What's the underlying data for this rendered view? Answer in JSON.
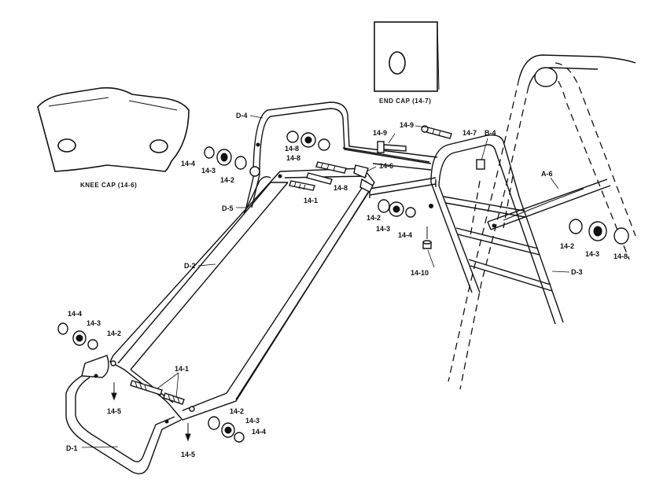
{
  "captions": {
    "end_cap": "END CAP (14-7)",
    "knee_cap": "KNEE CAP (14-6)"
  },
  "labels": {
    "d4": "D-4",
    "d5": "D-5",
    "d2": "D-2",
    "d1": "D-1",
    "d3": "D-3",
    "b4": "B-4",
    "a6": "A-6",
    "p14_9a": "14-9",
    "p14_9b": "14-9",
    "p14_8a": "14-8",
    "p14_8b": "14-8",
    "p14_8c": "14-8",
    "p14_8d": "14-8",
    "p14_7": "14-7",
    "p14_6": "14-6",
    "p14_4a": "14-4",
    "p14_3a": "14-3",
    "p14_2a": "14-2",
    "p14_1a": "14-1",
    "p14_2b": "14-2",
    "p14_3b": "14-3",
    "p14_4b": "14-4",
    "p14_10": "14-10",
    "p14_2c": "14-2",
    "p14_3c": "14-3",
    "p14_4c": "14-4",
    "p14_3d": "14-3",
    "p14_2d": "14-2",
    "p14_1b": "14-1",
    "p14_5a": "14-5",
    "p14_2e": "14-2",
    "p14_3e": "14-3",
    "p14_4e": "14-4",
    "p14_5b": "14-5"
  }
}
